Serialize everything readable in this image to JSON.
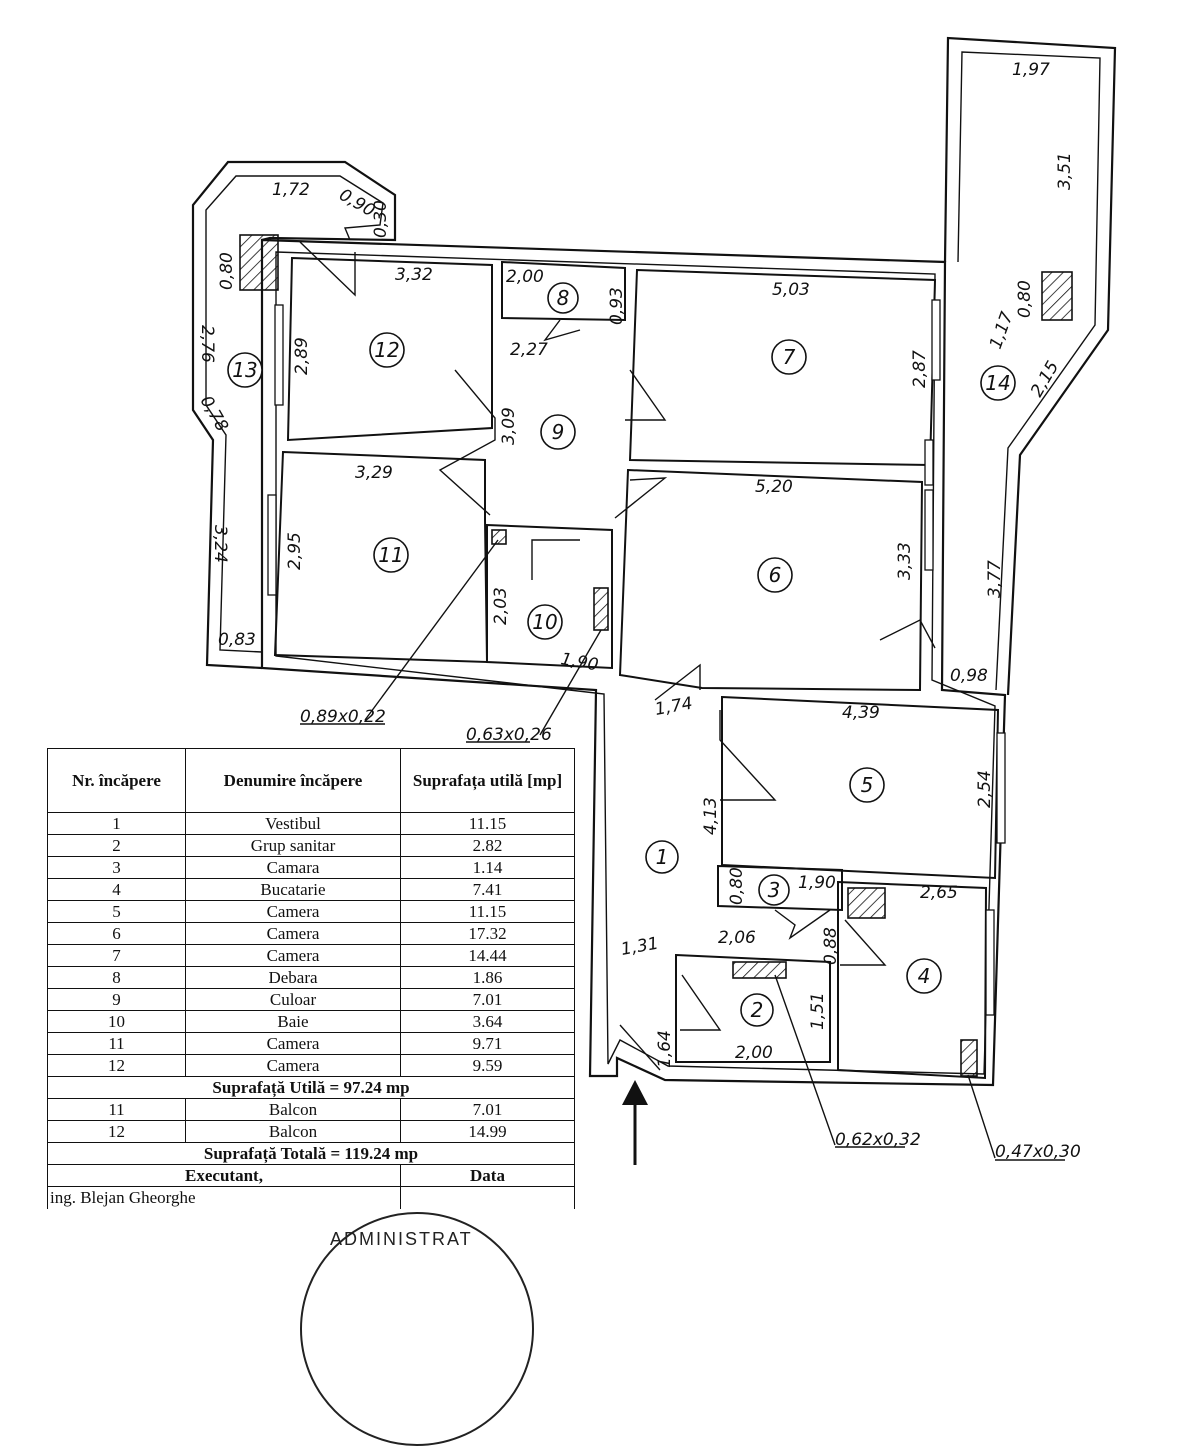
{
  "plan": {
    "rooms": [
      "1",
      "2",
      "3",
      "4",
      "5",
      "6",
      "7",
      "8",
      "9",
      "10",
      "11",
      "12",
      "13",
      "14"
    ],
    "dims": [
      "1,72",
      "0,90",
      "0,30",
      "0,80",
      "2,76",
      "0,78",
      "3,24",
      "0,83",
      "3,32",
      "2,89",
      "3,29",
      "2,95",
      "2,00",
      "0,93",
      "2,27",
      "3,09",
      "2,03",
      "1,90",
      "5,03",
      "2,87",
      "5,20",
      "3,33",
      "1,97",
      "3,51",
      "0,80",
      "1,17",
      "2,15",
      "3,77",
      "0,98",
      "1,74",
      "4,39",
      "4,13",
      "2,54",
      "0,80",
      "1,90",
      "2,65",
      "2,06",
      "0,88",
      "1,31",
      "1,51",
      "1,64",
      "2,00",
      "0,89x0,22",
      "0,63x0,26",
      "0,62x0,32",
      "0,47x0,30"
    ]
  },
  "table": {
    "headers": [
      "Nr. încăpere",
      "Denumire încăpere",
      "Suprafața utilă [mp]"
    ],
    "rows": [
      [
        "1",
        "Vestibul",
        "11.15"
      ],
      [
        "2",
        "Grup sanitar",
        "2.82"
      ],
      [
        "3",
        "Camara",
        "1.14"
      ],
      [
        "4",
        "Bucatarie",
        "7.41"
      ],
      [
        "5",
        "Camera",
        "11.15"
      ],
      [
        "6",
        "Camera",
        "17.32"
      ],
      [
        "7",
        "Camera",
        "14.44"
      ],
      [
        "8",
        "Debara",
        "1.86"
      ],
      [
        "9",
        "Culoar",
        "7.01"
      ],
      [
        "10",
        "Baie",
        "3.64"
      ],
      [
        "11",
        "Camera",
        "9.71"
      ],
      [
        "12",
        "Camera",
        "9.59"
      ]
    ],
    "useful_total": "Suprafață Utilă = 97.24 mp",
    "balcony_rows": [
      [
        "11",
        "Balcon",
        "7.01"
      ],
      [
        "12",
        "Balcon",
        "14.99"
      ]
    ],
    "grand_total": "Suprafață Totală = 119.24 mp",
    "executant_label": "Executant,",
    "date_label": "Data",
    "executant_name": "ing. Blejan Gheorghe"
  },
  "stamp": {
    "text": "ADMINISTRAT"
  }
}
